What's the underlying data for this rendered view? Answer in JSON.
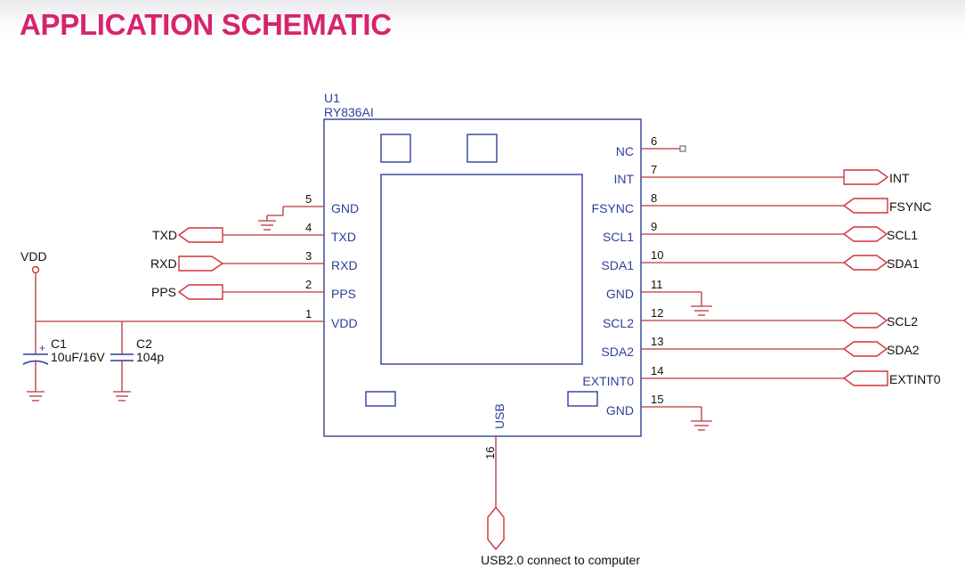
{
  "title": "APPLICATION SCHEMATIC",
  "chip": {
    "ref": "U1",
    "part": "RY836AI",
    "usb_label": "USB"
  },
  "left_pins": [
    {
      "num": "5",
      "name": "GND"
    },
    {
      "num": "4",
      "name": "TXD"
    },
    {
      "num": "3",
      "name": "RXD"
    },
    {
      "num": "2",
      "name": "PPS"
    },
    {
      "num": "1",
      "name": "VDD"
    }
  ],
  "right_pins": [
    {
      "num": "6",
      "name": "NC"
    },
    {
      "num": "7",
      "name": "INT"
    },
    {
      "num": "8",
      "name": "FSYNC"
    },
    {
      "num": "9",
      "name": "SCL1"
    },
    {
      "num": "10",
      "name": "SDA1"
    },
    {
      "num": "11",
      "name": "GND"
    },
    {
      "num": "12",
      "name": "SCL2"
    },
    {
      "num": "13",
      "name": "SDA2"
    },
    {
      "num": "14",
      "name": "EXTINT0"
    },
    {
      "num": "15",
      "name": "GND"
    }
  ],
  "bottom_pin": {
    "num": "16"
  },
  "left_ports": [
    "TXD",
    "RXD",
    "PPS"
  ],
  "right_ports": [
    "INT",
    "FSYNC",
    "SCL1",
    "SDA1",
    "SCL2",
    "SDA2",
    "EXTINT0"
  ],
  "power": {
    "label": "VDD"
  },
  "capacitors": [
    {
      "ref": "C1",
      "value": "10uF/16V",
      "polarity": "+"
    },
    {
      "ref": "C2",
      "value": "104p"
    }
  ],
  "usb_note": "USB2.0 connect to computer",
  "colors": {
    "heading": "#d6246e",
    "wire": "#b6363a",
    "component": "#2f3f9a"
  }
}
